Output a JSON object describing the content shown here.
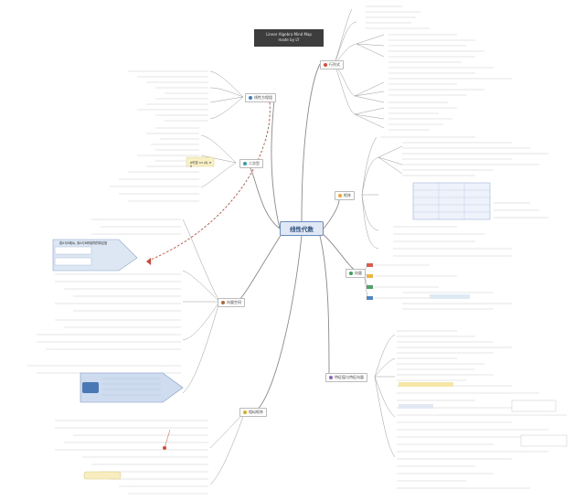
{
  "header": {
    "caption_line1": "Linear Algebra Mind Map",
    "caption_line2": "made by LY"
  },
  "center": {
    "label": "线性代数"
  },
  "topics": [
    {
      "id": "t-det",
      "label": "行列式",
      "color": "#e0483c"
    },
    {
      "id": "t-mat",
      "label": "矩阵",
      "color": "#f4a52c"
    },
    {
      "id": "t-vec",
      "label": "向量",
      "color": "#3aa05a"
    },
    {
      "id": "t-eq",
      "label": "线性方程组",
      "color": "#3f7fc9"
    },
    {
      "id": "t-eig",
      "label": "特征值与特征向量",
      "color": "#8f63b8"
    },
    {
      "id": "t-quad",
      "label": "二次型",
      "color": "#2fa0a8"
    },
    {
      "id": "t-basis",
      "label": "向量空间",
      "color": "#b06a3a"
    },
    {
      "id": "t-sim",
      "label": "相似矩阵",
      "color": "#d4b21e"
    }
  ],
  "callouts": {
    "purple_note": "若A与B相似, 则A与B有相同的特征值",
    "yellow_note": "A可逆 ⟺ |A| ≠ 0"
  }
}
